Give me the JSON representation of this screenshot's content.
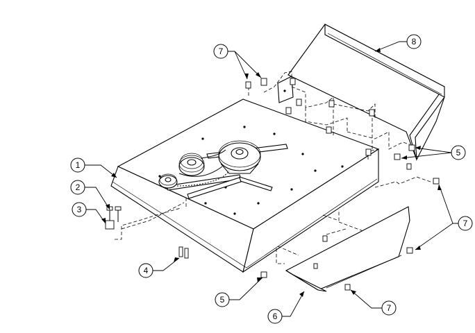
{
  "diagram": {
    "type": "exploded-parts-view",
    "callouts": [
      {
        "id": "callout-1",
        "label": "1"
      },
      {
        "id": "callout-2",
        "label": "2"
      },
      {
        "id": "callout-3",
        "label": "3"
      },
      {
        "id": "callout-4",
        "label": "4"
      },
      {
        "id": "callout-5a",
        "label": "5"
      },
      {
        "id": "callout-5b",
        "label": "5"
      },
      {
        "id": "callout-6",
        "label": "6"
      },
      {
        "id": "callout-7a",
        "label": "7"
      },
      {
        "id": "callout-7b",
        "label": "7"
      },
      {
        "id": "callout-7c",
        "label": "7"
      },
      {
        "id": "callout-8",
        "label": "8"
      }
    ]
  }
}
